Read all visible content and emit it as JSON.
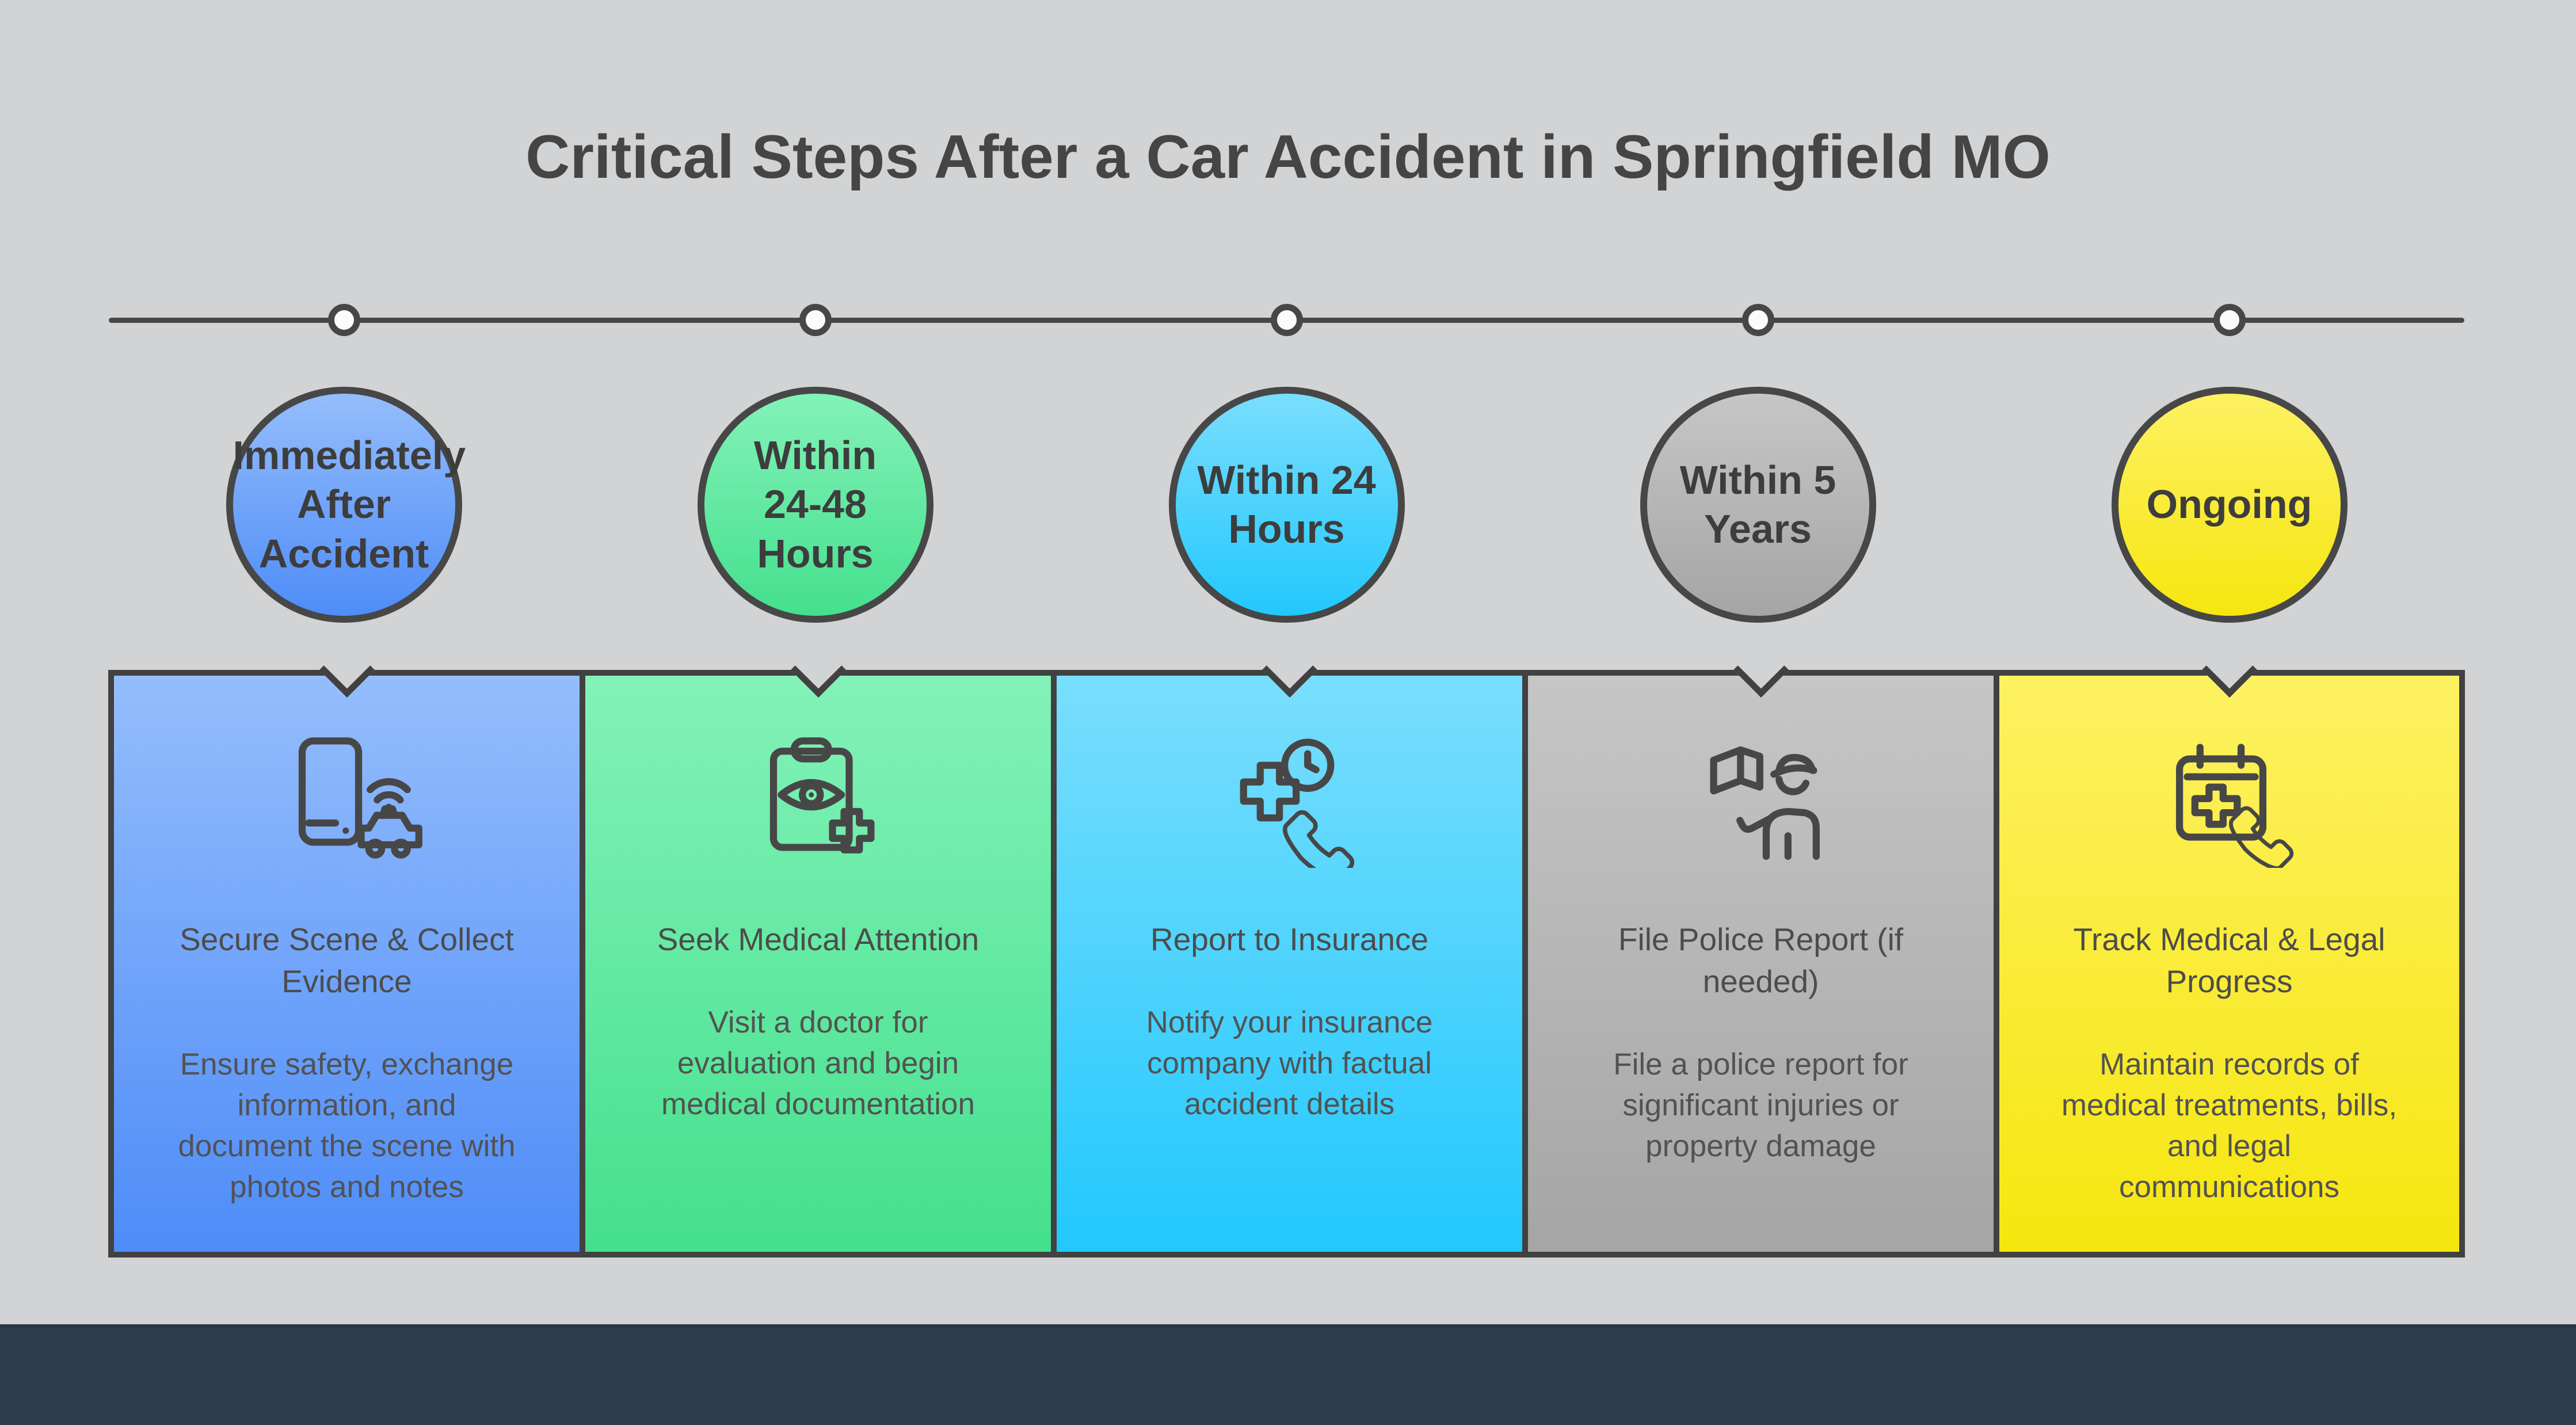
{
  "page": {
    "title": "Critical Steps After a Car Accident in Springfield MO",
    "background_color": "#d2d3d4",
    "footer_color": "#2d3c4e",
    "timeline_color": "#474747",
    "card_border_color": "#414141",
    "text_color": "#474747"
  },
  "steps": [
    {
      "id": "immediately-after-accident",
      "time_label": "Immediately\nAfter\nAccident",
      "card_title": "Secure Scene & Collect\nEvidence",
      "card_description": "Ensure safety, exchange\ninformation, and\ndocument the scene with\nphotos and notes",
      "icon": "phone-car-icon",
      "color_top": "#94bdfc",
      "color_bottom": "#4e8cf8"
    },
    {
      "id": "within-24-48-hours",
      "time_label": "Within\n24-48\nHours",
      "card_title": "Seek Medical Attention",
      "card_description": "Visit a doctor for\nevaluation and begin\nmedical documentation",
      "icon": "medical-clipboard-icon",
      "color_top": "#83f2b8",
      "color_bottom": "#44e08d"
    },
    {
      "id": "within-24-hours",
      "time_label": "Within 24\nHours",
      "card_title": "Report to Insurance",
      "card_description": "Notify your insurance\ncompany with factual\naccident details",
      "icon": "insurance-call-icon",
      "color_top": "#79defd",
      "color_bottom": "#22c8fd"
    },
    {
      "id": "within-5-years",
      "time_label": "Within 5\nYears",
      "card_title": "File Police Report (if\nneeded)",
      "card_description": "File a police report for\nsignificant injuries or\nproperty damage",
      "icon": "police-officer-icon",
      "color_top": "#c6c6c6",
      "color_bottom": "#a5a5a5"
    },
    {
      "id": "ongoing",
      "time_label": "Ongoing",
      "card_title": "Track Medical & Legal\nProgress",
      "card_description": "Maintain records of\nmedical treatments, bills,\nand legal\ncommunications",
      "icon": "calendar-call-icon",
      "color_top": "#fdf162",
      "color_bottom": "#f6e60f"
    }
  ]
}
